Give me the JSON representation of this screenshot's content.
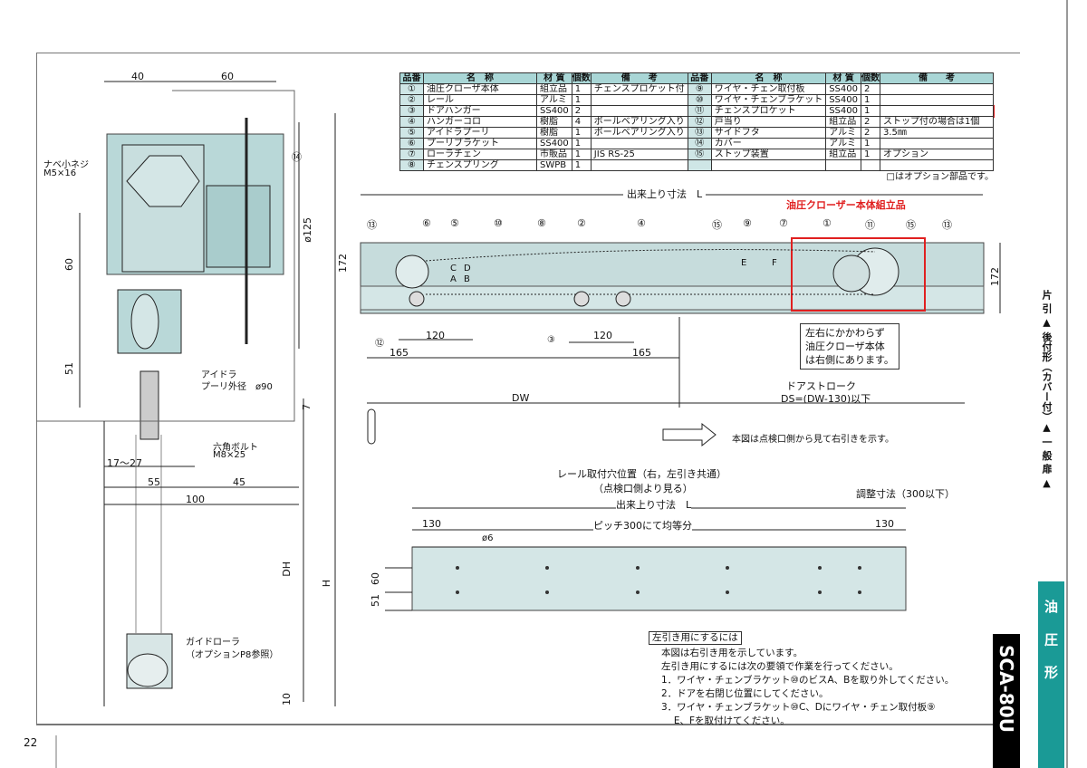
{
  "page_number": "22",
  "model": "SCA-80U",
  "side_tab": {
    "category": "片 引 ▲ 後付形（カバー付）▲ 一 般 扉 ▲",
    "type": "油 圧 形",
    "accent": "#1a9a96"
  },
  "parts_table": {
    "headers": [
      "品番",
      "名　称",
      "材 質",
      "個数",
      "備　　考"
    ],
    "rows_left": [
      [
        "①",
        "油圧クローザ本体",
        "組立品",
        "1",
        "チェンスプロケット付"
      ],
      [
        "②",
        "レール",
        "アルミ",
        "1",
        ""
      ],
      [
        "③",
        "ドアハンガー",
        "SS400",
        "2",
        ""
      ],
      [
        "④",
        "ハンガーコロ",
        "樹脂",
        "4",
        "ボールベアリング入り"
      ],
      [
        "⑤",
        "アイドラプーリ",
        "樹脂",
        "1",
        "ボールベアリング入り"
      ],
      [
        "⑥",
        "プーリブラケット",
        "SS400",
        "1",
        ""
      ],
      [
        "⑦",
        "ローラチェン",
        "市販品",
        "1",
        "JIS RS-25"
      ],
      [
        "⑧",
        "チェンスプリング",
        "SWPB",
        "1",
        ""
      ]
    ],
    "rows_right": [
      [
        "⑨",
        "ワイヤ・チェン取付板",
        "SS400",
        "2",
        ""
      ],
      [
        "⑩",
        "ワイヤ・チェンブラケット",
        "SS400",
        "1",
        ""
      ],
      [
        "⑪",
        "チェンスプロケット",
        "SS400",
        "1",
        ""
      ],
      [
        "⑫",
        "戸当り",
        "組立品",
        "2",
        "ストップ付の場合は1個"
      ],
      [
        "⑬",
        "サイドフタ",
        "アルミ",
        "2",
        "3.5㎜"
      ],
      [
        "⑭",
        "カバー",
        "アルミ",
        "1",
        ""
      ],
      [
        "⑮",
        "ストップ装置",
        "組立品",
        "1",
        "オプション"
      ],
      [
        "",
        "",
        "",
        "",
        ""
      ]
    ],
    "option_note": "□はオプション部品です。"
  },
  "side_view": {
    "dims": [
      "40",
      "60",
      "60",
      "51",
      "172",
      "ø125",
      "7",
      "17〜27",
      "55",
      "45",
      "100",
      "DH",
      "H",
      "10"
    ],
    "labels": {
      "screw": "ナベ小ネジ",
      "screw_size": "M5×16",
      "pulley": "アイドラ",
      "pulley_dia": "プーリ外径　ø90",
      "bolt": "六角ボルト",
      "bolt_size": "M8×25",
      "guide": "ガイドローラ",
      "guide_ref": "（オプションP8参照）",
      "cover_no": "⑭"
    }
  },
  "front_view": {
    "overall": "出来上り寸法　L",
    "assembly_label": "油圧クローザー本体組立品",
    "callouts": [
      "⑬",
      "⑥",
      "⑤",
      "⑩",
      "⑧",
      "②",
      "④",
      "⑮",
      "⑨",
      "⑦",
      "①",
      "⑪",
      "⑮",
      "⑬"
    ],
    "bottom_callouts": [
      "⑫",
      "③"
    ],
    "letters": [
      "C",
      "D",
      "A",
      "B",
      "E",
      "F"
    ],
    "dims": [
      "120",
      "120",
      "165",
      "165",
      "172",
      "DW"
    ],
    "stroke_label": "ドアストローク",
    "stroke_value": "DS=(DW-130)以下",
    "note_box": [
      "左右にかかわらず",
      "油圧クローザ本体",
      "は右側にあります。"
    ],
    "view_note": "本図は点検口側から見て右引きを示す。"
  },
  "rail_view": {
    "title": "レール取付穴位置（右，左引き共通）",
    "subtitle": "（点検口側より見る）",
    "overall": "出来上り寸法　L",
    "adjust": "調整寸法（300以下）",
    "left": "130",
    "right": "130",
    "pitch": "ピッチ300にて均等分",
    "hole": "ø6",
    "v1": "60",
    "v2": "51"
  },
  "instructions": {
    "title": "左引き用にするには",
    "lines": [
      "本図は右引き用を示しています。",
      "左引き用にするには次の要領で作業を行ってください。",
      "1．ワイヤ・チェンブラケット⑩のビスA、Bを取り外してください。",
      "2．ドアを右閉じ位置にしてください。",
      "3．ワイヤ・チェンブラケット⑩C、Dにワイヤ・チェン取付板⑨",
      "　 E、Fを取付けてください。"
    ]
  }
}
